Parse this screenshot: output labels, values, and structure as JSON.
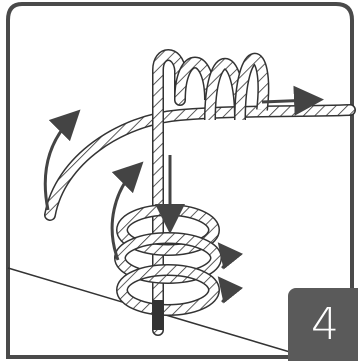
{
  "illustration": {
    "subject": "rope-knot-step",
    "arrows": [
      "arrow-left-curve",
      "arrow-right-pull",
      "arrow-down-center",
      "arrow-small-1",
      "arrow-small-2"
    ]
  },
  "step": {
    "number": "4"
  },
  "colors": {
    "border": "#4a4a4a",
    "badge": "#5a5a5a",
    "rope_fill": "#ffffff",
    "rope_stroke": "#333333"
  }
}
